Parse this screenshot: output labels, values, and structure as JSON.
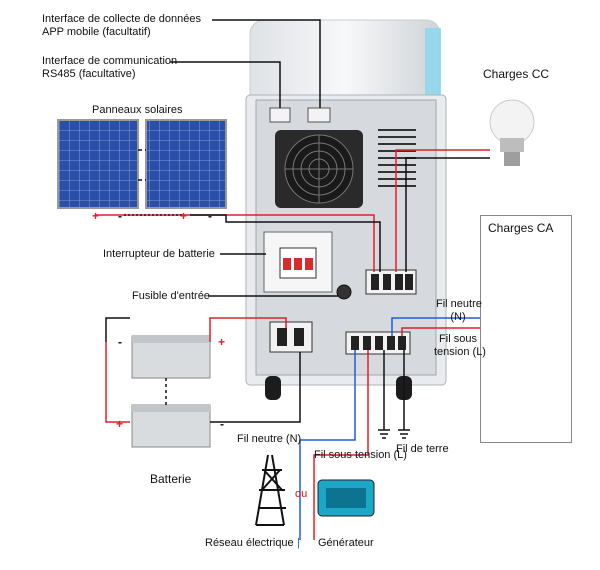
{
  "labels": {
    "app_collect_line1": "Interface de collecte de données",
    "app_collect_line2": "APP mobile (facultatif)",
    "rs485_line1": "Interface de communication",
    "rs485_line2": "RS485 (facultative)",
    "solar_panels": "Panneaux solaires",
    "dc_loads": "Charges CC",
    "ac_loads": "Charges CA",
    "battery_switch": "Interrupteur de batterie",
    "input_fuse": "Fusible d'entrée",
    "neutral_right_line1": "Fil neutre",
    "neutral_right_line2": "(N)",
    "live_right_line1": "Fil sous",
    "live_right_line2": "tension (L)",
    "battery": "Batterie",
    "neutral_bottom": "Fil neutre (N)",
    "live_bottom": "Fil sous tension (L)",
    "ground": "Fil de terre",
    "or": "ou",
    "grid": "Réseau électrique",
    "separator": "|",
    "generator": "Générateur"
  },
  "colors": {
    "dc_positive": "#e0202a",
    "neutral": "#1f5fd6",
    "live": "#e0202a",
    "wire": "#111111",
    "inverter_body": "#f2f3f5",
    "inverter_panel": "#d9dcdf"
  },
  "icons": [
    "solar-panel-icon",
    "bulb-icon",
    "fan-icon",
    "tv-icon",
    "rice-cooker-icon",
    "computer-icon",
    "battery-icon",
    "pylon-icon",
    "generator-icon",
    "ground-icon"
  ]
}
